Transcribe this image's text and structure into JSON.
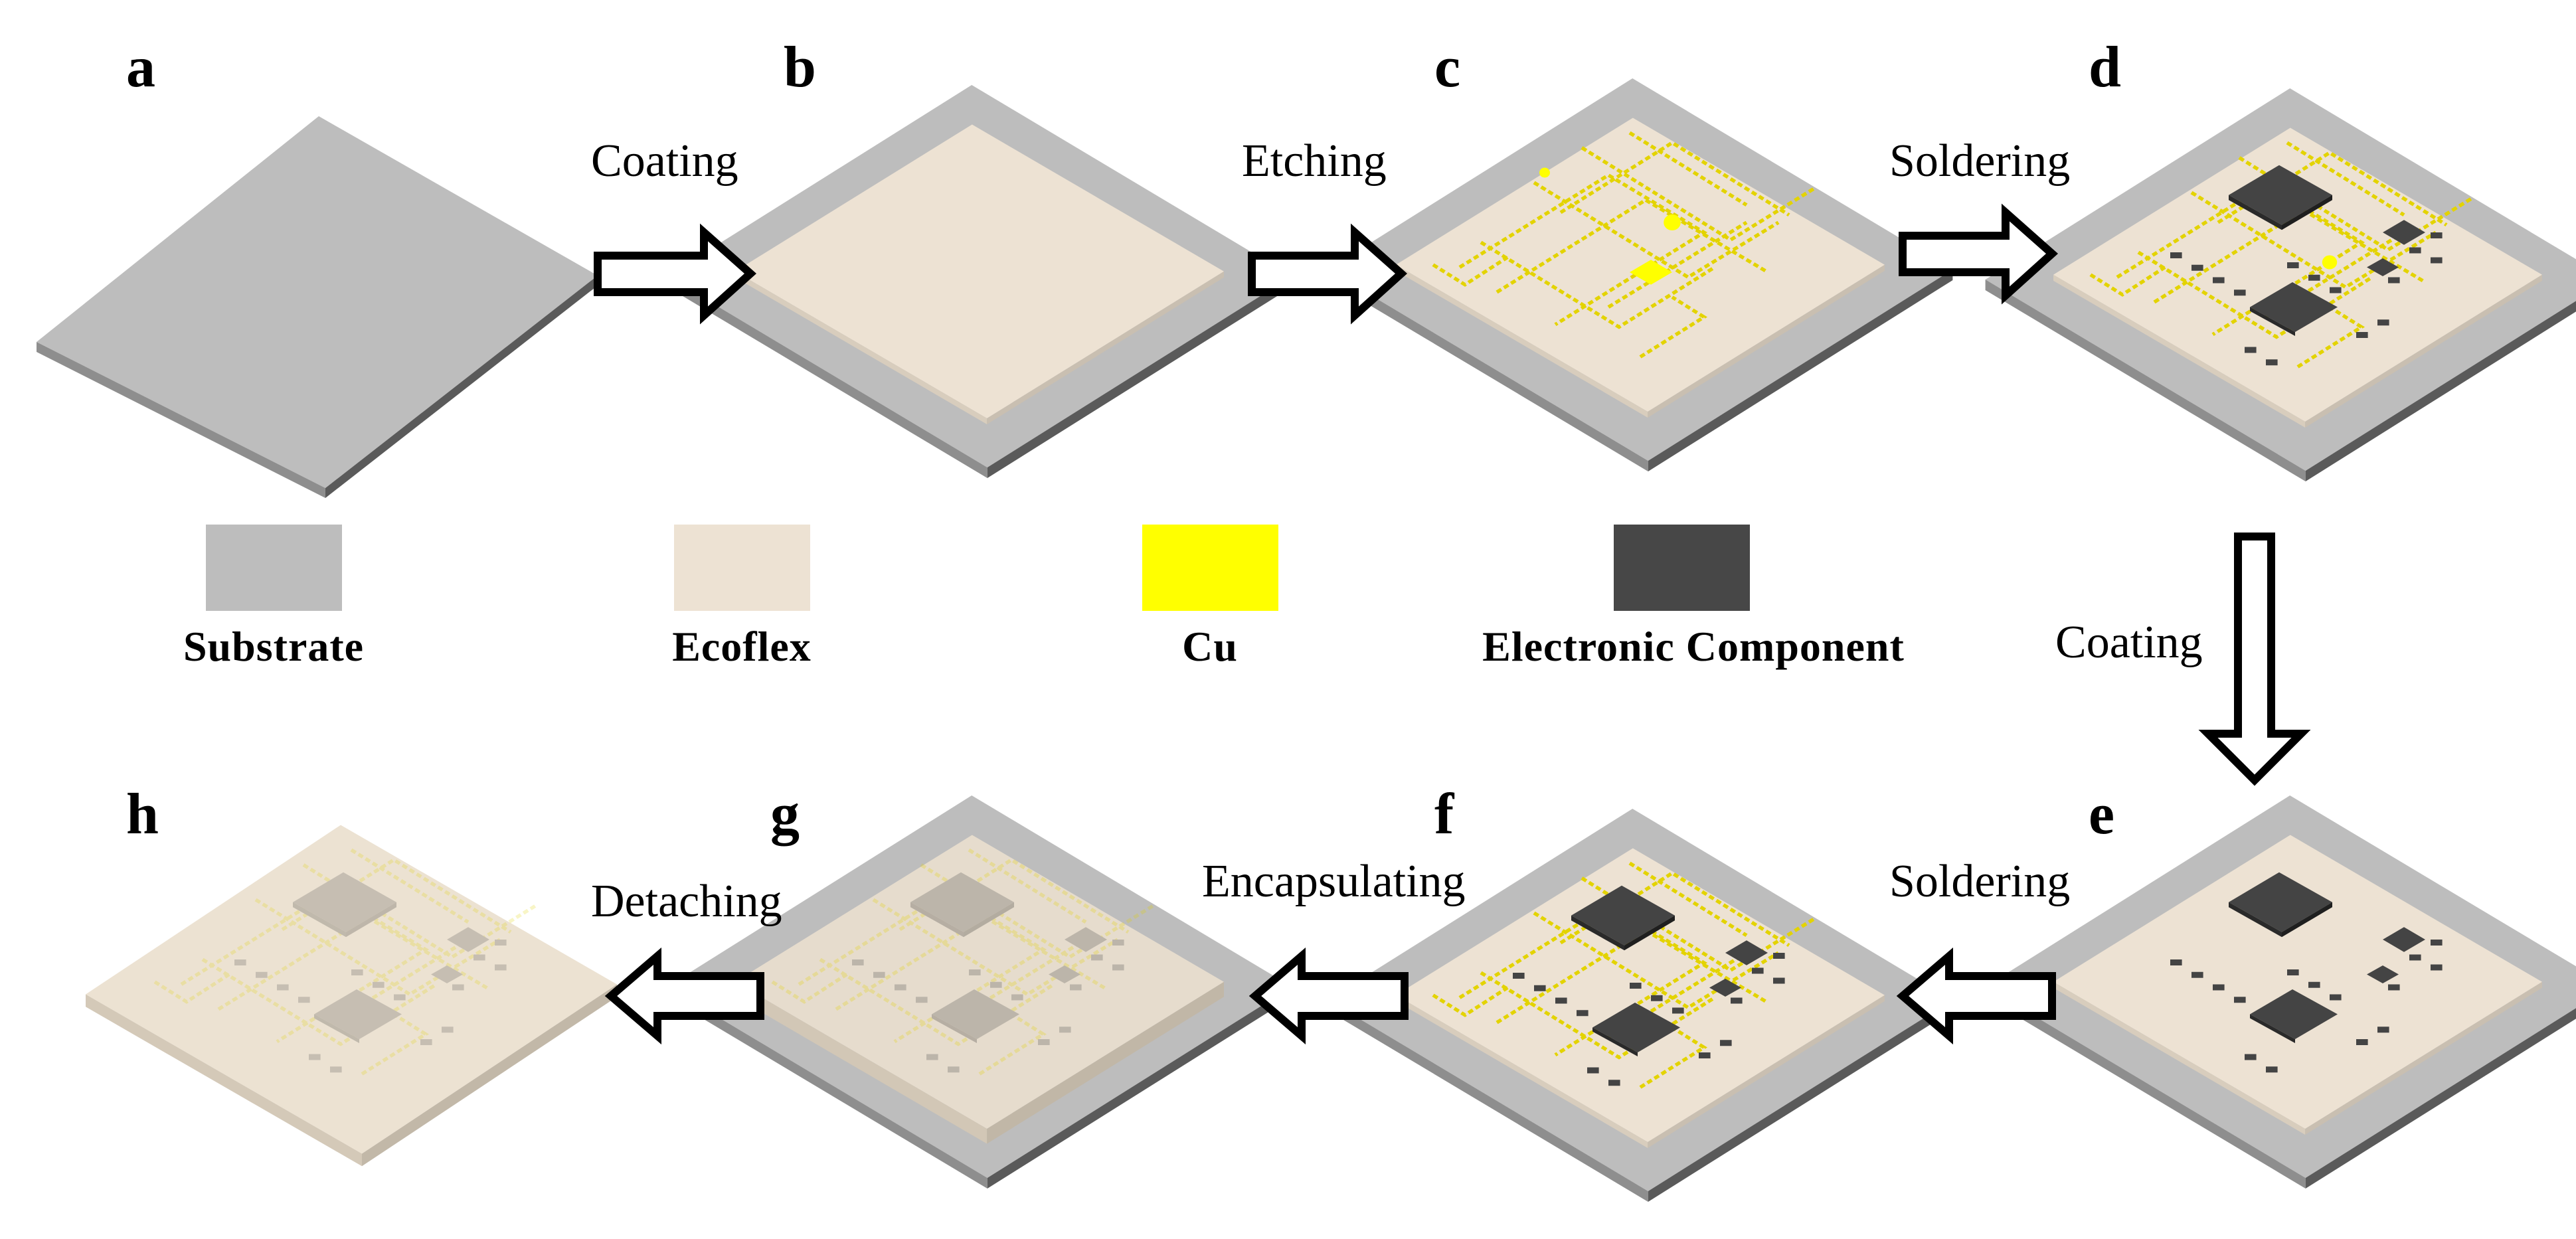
{
  "panels": {
    "a": "a",
    "b": "b",
    "c": "c",
    "d": "d",
    "e": "e",
    "f": "f",
    "g": "g",
    "h": "h"
  },
  "steps": {
    "a_to_b": "Coating",
    "b_to_c": "Etching",
    "c_to_d": "Soldering",
    "d_to_e": "Coating",
    "e_to_f": "Soldering",
    "f_to_g": "Encapsulating",
    "g_to_h": "Detaching"
  },
  "legend": [
    {
      "label": "Substrate",
      "color": "#bdbdbd"
    },
    {
      "label": "Ecoflex",
      "color": "#ede2d3"
    },
    {
      "label": "Cu",
      "color": "#ffff00"
    },
    {
      "label": "Electronic Component",
      "color": "#474747"
    }
  ],
  "colors": {
    "substrate": "#bdbdbd",
    "substrate_edge": "#5a5a5a",
    "ecoflex": "#ede2d3",
    "ecoflex_edge": "#c9bfb1",
    "copper": "#e6d600",
    "component": "#444444",
    "encapsulated": "#e6dccd"
  }
}
